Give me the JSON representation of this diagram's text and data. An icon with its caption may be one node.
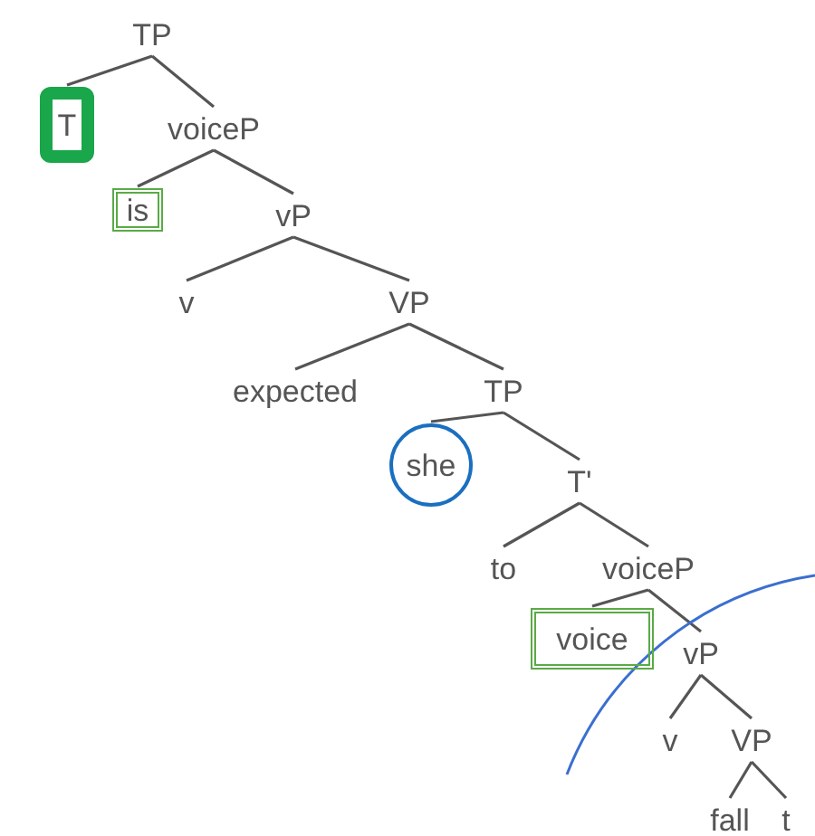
{
  "diagram": {
    "nodes": [
      {
        "text": [
          "TP"
        ]
      },
      {
        "text": [
          "T"
        ]
      },
      {
        "text": [
          "voiceP"
        ]
      },
      {
        "text": [
          "is"
        ]
      },
      {
        "text": [
          "vP"
        ]
      },
      {
        "text": [
          "v"
        ]
      },
      {
        "text": [
          "VP"
        ]
      },
      {
        "text": [
          "expected"
        ]
      },
      {
        "text": [
          "TP"
        ]
      },
      {
        "text": [
          "she"
        ]
      },
      {
        "text": [
          "T'"
        ]
      },
      {
        "text": [
          "to"
        ]
      },
      {
        "text": [
          "voiceP"
        ]
      },
      {
        "text": [
          "voice"
        ]
      },
      {
        "text": [
          "vP"
        ]
      },
      {
        "text": [
          "v"
        ]
      },
      {
        "text": [
          "VP"
        ]
      },
      {
        "text": [
          "fall"
        ]
      },
      {
        "text": [
          "t"
        ]
      }
    ],
    "edges": [
      {
        "from": 0,
        "to": 1,
        "arrow": "none"
      },
      {
        "from": 0,
        "to": 2,
        "arrow": "none"
      },
      {
        "from": 2,
        "to": 3,
        "arrow": "none"
      },
      {
        "from": 2,
        "to": 4,
        "arrow": "none"
      },
      {
        "from": 4,
        "to": 5,
        "arrow": "none"
      },
      {
        "from": 4,
        "to": 6,
        "arrow": "none"
      },
      {
        "from": 6,
        "to": 7,
        "arrow": "none"
      },
      {
        "from": 6,
        "to": 8,
        "arrow": "none"
      },
      {
        "from": 8,
        "to": 9,
        "arrow": "none"
      },
      {
        "from": 8,
        "to": 10,
        "arrow": "none"
      },
      {
        "from": 10,
        "to": 11,
        "arrow": "none"
      },
      {
        "from": 10,
        "to": 12,
        "arrow": "none"
      },
      {
        "from": 12,
        "to": 13,
        "arrow": "none"
      },
      {
        "from": 12,
        "to": 14,
        "arrow": "none"
      },
      {
        "from": 14,
        "to": 15,
        "arrow": "none"
      },
      {
        "from": 14,
        "to": 16,
        "arrow": "none"
      },
      {
        "from": 16,
        "to": 17,
        "arrow": "none"
      },
      {
        "from": 16,
        "to": 18,
        "arrow": "none"
      }
    ]
  }
}
